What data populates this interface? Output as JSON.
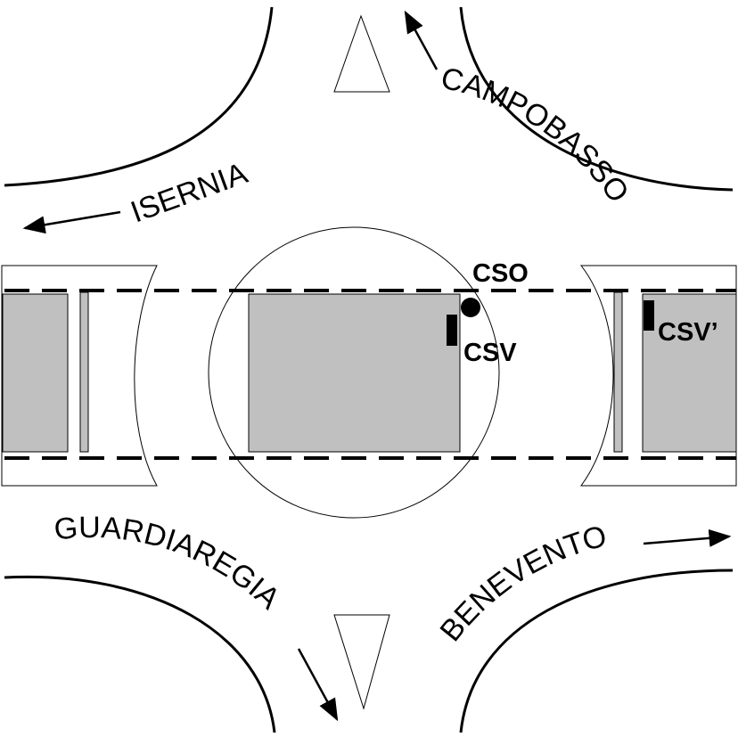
{
  "directions": {
    "isernia": "ISERNIA",
    "campobasso": "CAMPOBASSO",
    "guardiaregia": "GUARDIAREGIA",
    "benevento": "BENEVENTO"
  },
  "labels": {
    "cso": "CSO",
    "csv": "CSV",
    "csv_prime": "CSV’"
  },
  "colors": {
    "line": "#000000",
    "fill_gray": "#c0c0c0",
    "background": "#ffffff"
  }
}
